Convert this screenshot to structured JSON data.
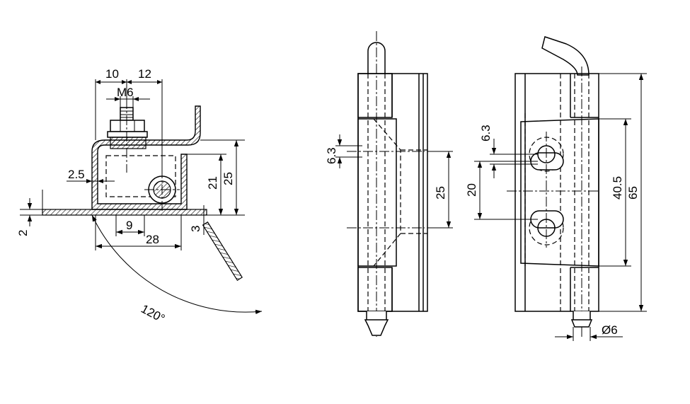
{
  "side_view": {
    "dim_10": "10",
    "dim_12": "12",
    "thread_m6": "M6",
    "dim_2_5": "2.5",
    "dim_21": "21",
    "dim_25": "25",
    "dim_2": "2",
    "dim_3": "3",
    "dim_9": "9",
    "dim_28": "28",
    "angle_120": "120°"
  },
  "front_view": {
    "dim_6_3": "6.3",
    "dim_25": "25"
  },
  "rear_view": {
    "dim_6_3": "6.3",
    "dim_20": "20",
    "dim_40_5": "40.5",
    "dim_65": "65",
    "dim_dia_6": "Ø6"
  }
}
